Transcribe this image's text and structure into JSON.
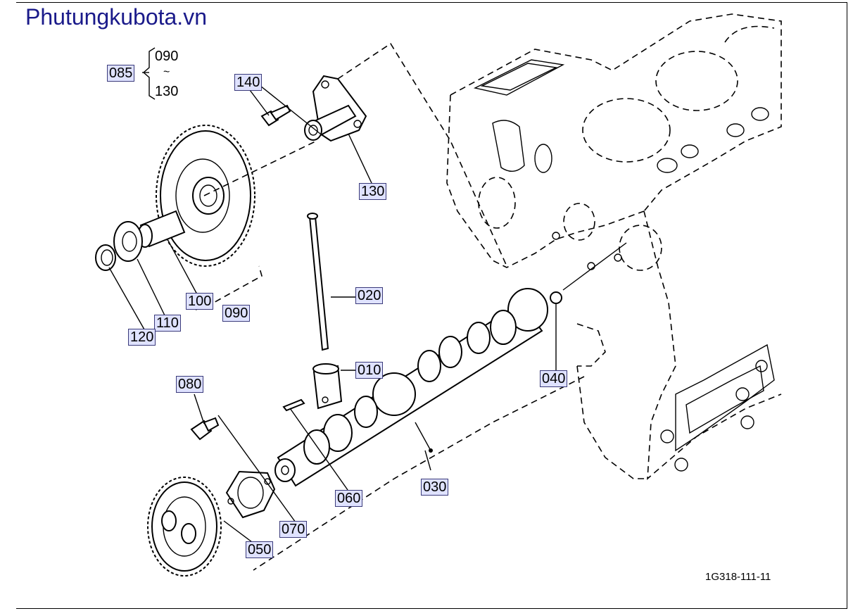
{
  "site_title": "Phutungkubota.vn",
  "drawing_code": "1G318-111-11",
  "set_group": {
    "label": "085",
    "range_start": "090",
    "range_sep": "~",
    "range_end": "130"
  },
  "parts": [
    {
      "id": "p140",
      "label": "140"
    },
    {
      "id": "p130",
      "label": "130"
    },
    {
      "id": "p100",
      "label": "100"
    },
    {
      "id": "p090",
      "label": "090"
    },
    {
      "id": "p110",
      "label": "110"
    },
    {
      "id": "p120",
      "label": "120"
    },
    {
      "id": "p020",
      "label": "020"
    },
    {
      "id": "p010",
      "label": "010"
    },
    {
      "id": "p040",
      "label": "040"
    },
    {
      "id": "p080",
      "label": "080"
    },
    {
      "id": "p060",
      "label": "060"
    },
    {
      "id": "p030",
      "label": "030"
    },
    {
      "id": "p070",
      "label": "070"
    },
    {
      "id": "p050",
      "label": "050"
    }
  ]
}
